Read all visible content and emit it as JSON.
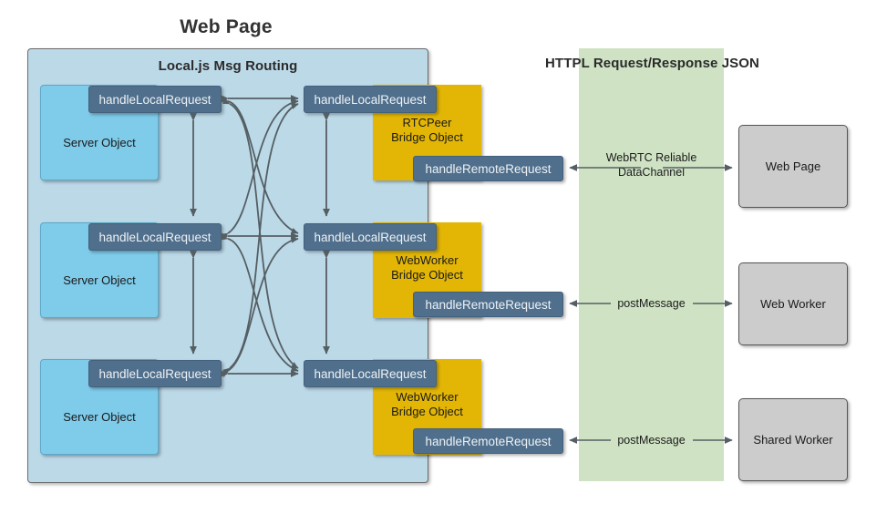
{
  "title": "Web Page",
  "panels": {
    "local": {
      "title": "Local.js Msg Routing",
      "color": "#bcd9e8"
    },
    "httpl": {
      "title": "HTTPL Request/Response JSON",
      "color": "#cfe3c4"
    }
  },
  "labels": {
    "handle_local_request": "handleLocalRequest",
    "handle_remote_request": "handleRemoteRequest",
    "server_object": "Server Object"
  },
  "rows": [
    {
      "server_label": "Server Object",
      "local_bar_left": "handleLocalRequest",
      "local_bar_right": "handleLocalRequest",
      "bridge_label": "RTCPeer\nBridge Object",
      "bridge_line1": "RTCPeer",
      "bridge_line2": "Bridge Object",
      "remote_bar": "handleRemoteRequest",
      "channel_label_line1": "WebRTC Reliable",
      "channel_label_line2": "DataChannel",
      "endpoint": "Web Page"
    },
    {
      "server_label": "Server Object",
      "local_bar_left": "handleLocalRequest",
      "local_bar_right": "handleLocalRequest",
      "bridge_label": "WebWorker\nBridge Object",
      "bridge_line1": "WebWorker",
      "bridge_line2": "Bridge Object",
      "remote_bar": "handleRemoteRequest",
      "channel_label_line1": "postMessage",
      "channel_label_line2": "",
      "endpoint": "Web Worker"
    },
    {
      "server_label": "Server Object",
      "local_bar_left": "handleLocalRequest",
      "local_bar_right": "handleLocalRequest",
      "bridge_label": "WebWorker\nBridge Object",
      "bridge_line1": "WebWorker",
      "bridge_line2": "Bridge Object",
      "remote_bar": "handleRemoteRequest",
      "channel_label_line1": "postMessage",
      "channel_label_line2": "",
      "endpoint": "Shared Worker"
    }
  ],
  "colors": {
    "panel_blue": "#bcd9e8",
    "panel_green": "#cfe3c4",
    "server_blue": "#7fcbea",
    "bridge_yellow": "#e3b606",
    "bar_slate": "#4f6f8c",
    "endpoint_gray": "#cccccc",
    "connector_gray": "#555f63",
    "title_gray": "#333333"
  }
}
